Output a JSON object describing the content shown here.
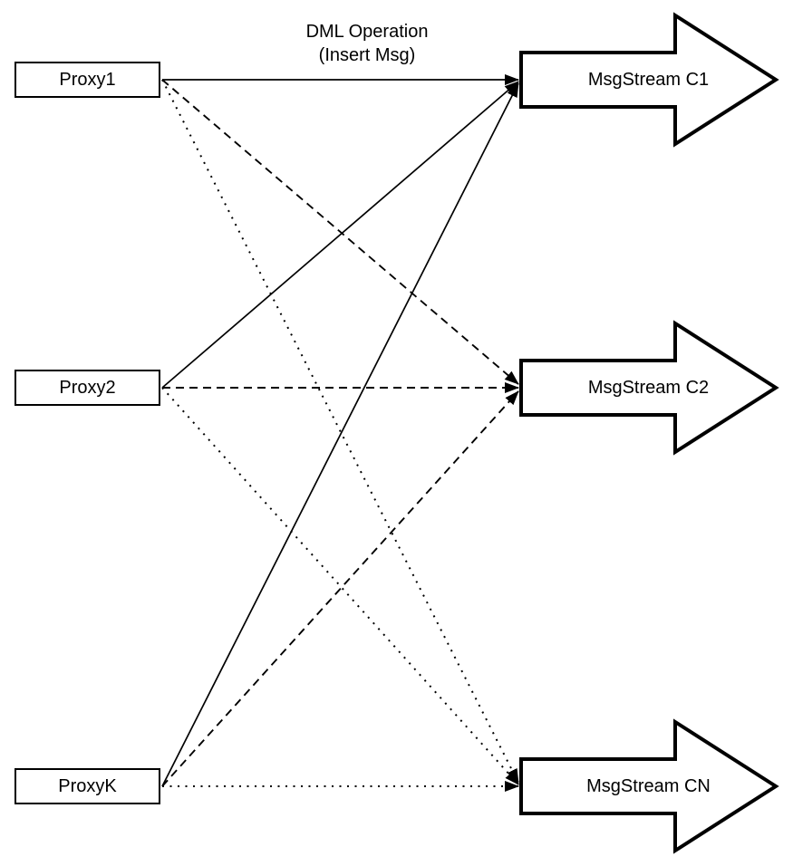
{
  "diagram": {
    "annotation": {
      "line1": "DML Operation",
      "line2": "(Insert Msg)"
    },
    "proxies": [
      {
        "label": "Proxy1"
      },
      {
        "label": "Proxy2"
      },
      {
        "label": "ProxyK"
      }
    ],
    "streams": [
      {
        "label": "MsgStream C1"
      },
      {
        "label": "MsgStream C2"
      },
      {
        "label": "MsgStream CN"
      }
    ],
    "connections": [
      {
        "from": "Proxy1",
        "to": "MsgStream C1",
        "style": "solid",
        "label": "DML Operation (Insert Msg)"
      },
      {
        "from": "Proxy2",
        "to": "MsgStream C1",
        "style": "solid",
        "label": ""
      },
      {
        "from": "ProxyK",
        "to": "MsgStream C1",
        "style": "solid",
        "label": ""
      },
      {
        "from": "Proxy1",
        "to": "MsgStream C2",
        "style": "dashed",
        "label": ""
      },
      {
        "from": "Proxy2",
        "to": "MsgStream C2",
        "style": "dashed",
        "label": ""
      },
      {
        "from": "ProxyK",
        "to": "MsgStream C2",
        "style": "dashed",
        "label": ""
      },
      {
        "from": "Proxy1",
        "to": "MsgStream CN",
        "style": "dotted",
        "label": ""
      },
      {
        "from": "Proxy2",
        "to": "MsgStream CN",
        "style": "dotted",
        "label": ""
      },
      {
        "from": "ProxyK",
        "to": "MsgStream CN",
        "style": "dotted",
        "label": ""
      }
    ],
    "colors": {
      "stroke": "#000000",
      "fill": "#ffffff",
      "background": "#ffffff"
    }
  }
}
